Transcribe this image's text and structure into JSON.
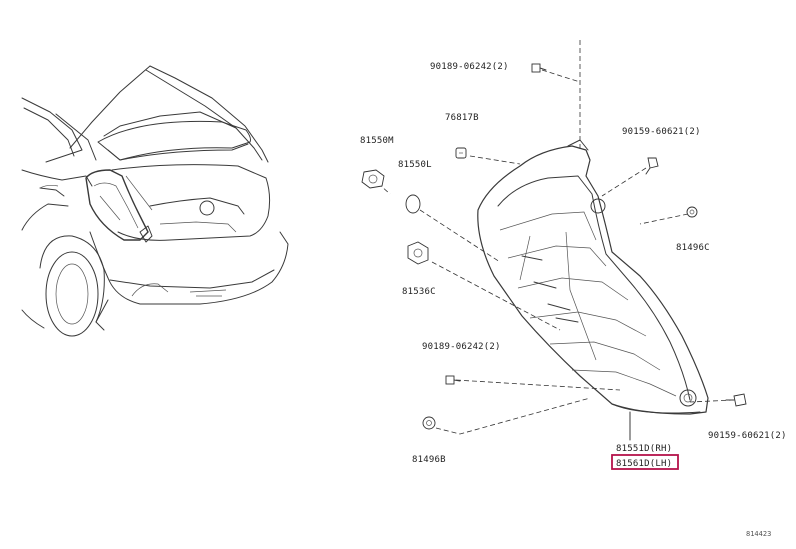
{
  "labels": {
    "bolt_top": "90189-06242(2)",
    "clip_76817": "76817B",
    "lamp_81550m": "81550M",
    "lamp_81550l": "81550L",
    "screw_top_right": "90159-60621(2)",
    "retainer_81496c": "81496C",
    "socket_81536c": "81536C",
    "bolt_lower": "90189-06242(2)",
    "retainer_81496b": "81496B",
    "screw_lower_right": "90159-60621(2)",
    "lamp_rh": "81551D(RH)",
    "lamp_lh": "81561D(LH)",
    "diagram_code": "814423"
  },
  "highlight": {
    "part": "81561D(LH)",
    "color": "#b5124a"
  }
}
